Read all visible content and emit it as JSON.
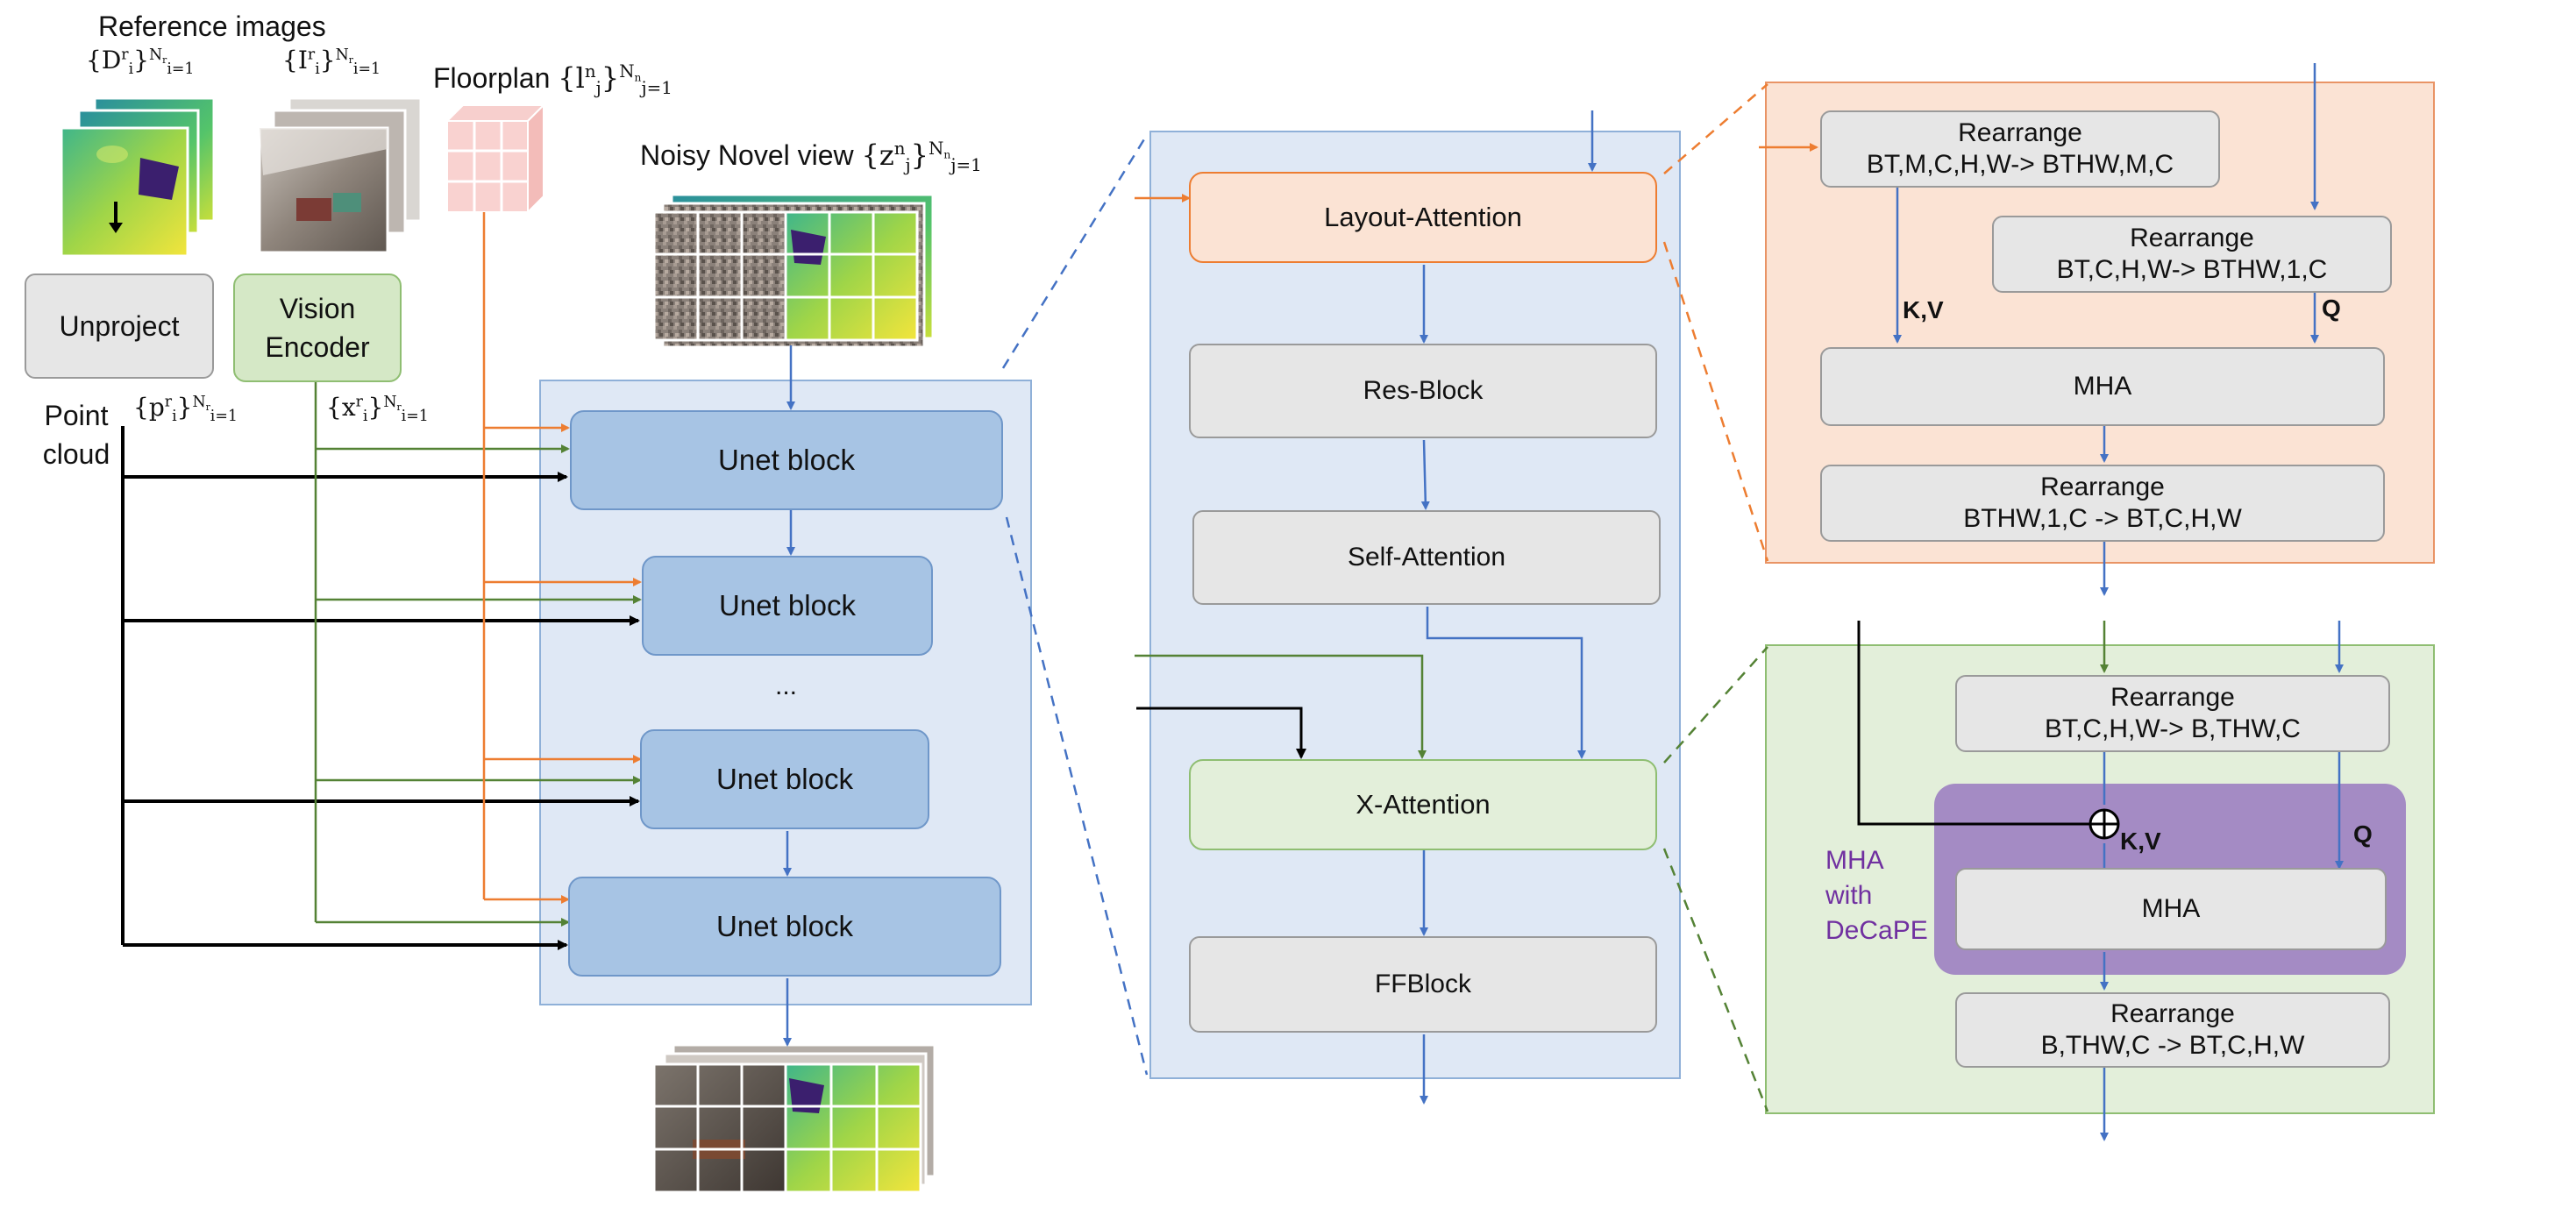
{
  "inputs": {
    "reference_images_title": "Reference images",
    "depth_set": "{D",
    "depth_sub": "i",
    "depth_sup": "r",
    "image_set": "{I",
    "set_close": "}",
    "count_sub": "i=1",
    "count_sup": "N",
    "count_sup_sub": "r",
    "floorplan_title": "Floorplan",
    "floorplan_set": "{l",
    "floorplan_sub": "j",
    "floorplan_sup": "n",
    "floorplan_count_sub": "j=1",
    "floorplan_count_sup_sub": "n",
    "noisy_title": "Noisy Novel view",
    "noisy_set": "{z",
    "noisy_sup": "n",
    "noisy_sub": "j",
    "unproject_label": "Unproject",
    "vision_encoder_label": "Vision Encoder",
    "point_cloud_label": "Point cloud",
    "points_set": "{p",
    "features_set": "{x"
  },
  "unet": {
    "block_label": "Unet block",
    "ellipsis": "..."
  },
  "unet_block_detail": {
    "layout_attention": "Layout-Attention",
    "res_block": "Res-Block",
    "self_attention": "Self-Attention",
    "x_attention": "X-Attention",
    "ffblock": "FFBlock"
  },
  "layout_attention_detail": {
    "rearrange_kv_title": "Rearrange",
    "rearrange_kv_shape": "BT,M,C,H,W-> BTHW,M,C",
    "rearrange_q_title": "Rearrange",
    "rearrange_q_shape": "BT,C,H,W-> BTHW,1,C",
    "kv_label": "K,V",
    "q_label": "Q",
    "mha_label": "MHA",
    "rearrange_out_title": "Rearrange",
    "rearrange_out_shape": "BTHW,1,C -> BT,C,H,W"
  },
  "x_attention_detail": {
    "rearrange_in_title": "Rearrange",
    "rearrange_in_shape": "BT,C,H,W-> B,THW,C",
    "kv_label": "K,V",
    "q_label": "Q",
    "mha_label": "MHA",
    "decape_label": "MHA with DeCaPE",
    "rearrange_out_title": "Rearrange",
    "rearrange_out_shape": "B,THW,C -> BT,C,H,W"
  },
  "colors": {
    "blue_arrow": "#4472c4",
    "orange_arrow": "#ed7d31",
    "green_arrow": "#548235",
    "black_arrow": "#000000",
    "unet_fill": "#a7c4e4",
    "blue_panel": "#dfe8f5",
    "orange_panel": "#fbe3d4",
    "green_panel": "#e3efda",
    "purple_block": "#a48bc4",
    "purple_text": "#7030a0"
  }
}
